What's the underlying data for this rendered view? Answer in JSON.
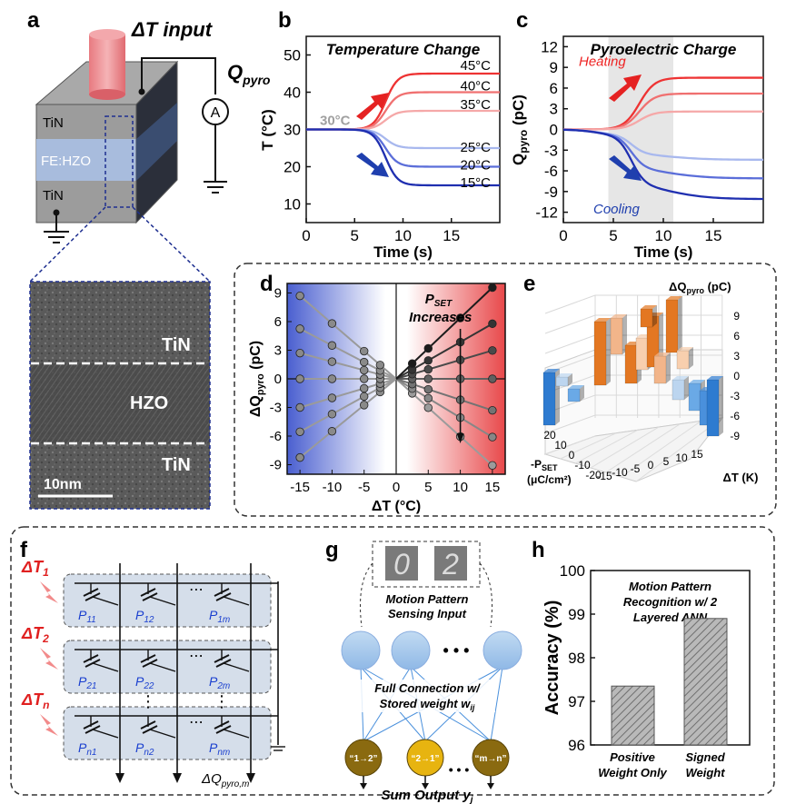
{
  "panel_labels": [
    "a",
    "b",
    "c",
    "d",
    "e",
    "f",
    "g",
    "h"
  ],
  "panel_a": {
    "title": "ΔT input",
    "q_label": "Q",
    "q_sub": "pyro",
    "ammeter": "A",
    "layers": [
      "TiN",
      "FE:HZO",
      "TiN"
    ],
    "tem_labels": [
      "TiN",
      "HZO",
      "TiN"
    ],
    "scale_bar": "10nm"
  },
  "chart_data": [
    {
      "type": "line",
      "panel": "b",
      "title": "Temperature Change",
      "xlabel": "Time (s)",
      "ylabel": "T (°C)",
      "xlim": [
        0,
        20
      ],
      "ylim": [
        5,
        55
      ],
      "xticks": [
        "0",
        "5",
        "10",
        "15"
      ],
      "yticks": [
        "10",
        "20",
        "30",
        "40",
        "50"
      ],
      "annotation": "30°C",
      "series": [
        {
          "name": "45°C",
          "color": "#ee3333",
          "final": 45
        },
        {
          "name": "40°C",
          "color": "#f07070",
          "final": 40
        },
        {
          "name": "35°C",
          "color": "#f5a8a8",
          "final": 35
        },
        {
          "name": "25°C",
          "color": "#a8b8ee",
          "final": 25
        },
        {
          "name": "20°C",
          "color": "#5b6ed9",
          "final": 20
        },
        {
          "name": "15°C",
          "color": "#1f2fb0",
          "final": 15
        }
      ]
    },
    {
      "type": "line",
      "panel": "c",
      "title": "Pyroelectric Charge",
      "xlabel": "Time (s)",
      "ylabel": "Q",
      "ylabel_sub": "pyro",
      "ylabel_unit": " (pC)",
      "xlim": [
        0,
        20
      ],
      "ylim": [
        -13.5,
        13.5
      ],
      "xticks": [
        "0",
        "5",
        "10",
        "15"
      ],
      "yticks": [
        "12",
        "9",
        "6",
        "3",
        "0",
        "-3",
        "-6",
        "-9",
        "-12"
      ],
      "shaded_range": [
        4.5,
        11
      ],
      "heating_label": "Heating",
      "cooling_label": "Cooling",
      "series": [
        {
          "color": "#ee3333",
          "final": 7.5
        },
        {
          "color": "#f07070",
          "final": 5.2
        },
        {
          "color": "#f5a8a8",
          "final": 2.6
        },
        {
          "color": "#a8b8ee",
          "final": -3.8
        },
        {
          "color": "#5b6ed9",
          "final": -6.5
        },
        {
          "color": "#1f2fb0",
          "final": -9.5
        }
      ]
    },
    {
      "type": "scatter",
      "panel": "d",
      "xlabel": "ΔT (°C)",
      "ylabel": "ΔQ",
      "ylabel_sub": "pyro",
      "ylabel_unit": " (pC)",
      "xlim": [
        -17,
        17
      ],
      "ylim": [
        -10,
        10
      ],
      "xticks": [
        -15,
        -10,
        -5,
        0,
        5,
        10,
        15
      ],
      "yticks": [
        9,
        6,
        3,
        0,
        -3,
        -6,
        -9
      ],
      "x": [
        -15,
        -10,
        -5,
        -2.5,
        5,
        10,
        15
      ],
      "annotation_main": "P",
      "annotation_sub": "SET",
      "annotation_tail": "Increases",
      "lines": [
        {
          "slope": -0.55,
          "color": "#9b9b9b"
        },
        {
          "slope": -0.37,
          "color": "#878787"
        },
        {
          "slope": -0.2,
          "color": "#737373"
        },
        {
          "slope": 0.0,
          "color": "#606060"
        },
        {
          "slope": 0.18,
          "color": "#4a4a4a"
        },
        {
          "slope": 0.35,
          "color": "#343434"
        },
        {
          "slope": 0.58,
          "color": "#1c1c1c"
        }
      ]
    },
    {
      "type": "bar",
      "panel": "e",
      "zlabel": "ΔQ",
      "zlabel_sub": "pyro",
      "zlabel_unit": " (pC)",
      "xlabel": "ΔT (K)",
      "ylabel_lines": [
        "-P",
        "(μC/cm²)"
      ],
      "ylabel_sub": "SET",
      "x_ticks": [
        "-15",
        "-10",
        "-5",
        "0",
        "5",
        "10",
        "15"
      ],
      "y_ticks": [
        "20",
        "10",
        "0",
        "-10",
        "-20"
      ],
      "z_ticks": [
        "9",
        "6",
        "3",
        "0",
        "-3",
        "-6",
        "-9"
      ]
    },
    {
      "type": "bar",
      "panel": "h",
      "title_lines": [
        "Motion Pattern",
        "Recognition w/ 2",
        "Layered ANN"
      ],
      "ylabel": "Accuracy (%)",
      "ylim": [
        96,
        100
      ],
      "yticks": [
        "96",
        "97",
        "98",
        "99",
        "100"
      ],
      "categories": [
        [
          "Positive",
          "Weight Only"
        ],
        [
          "Signed",
          "Weight"
        ]
      ],
      "values": [
        97.35,
        98.9
      ]
    }
  ],
  "panel_f": {
    "delta_labels": [
      "ΔT",
      "ΔT",
      "ΔT"
    ],
    "delta_subs": [
      "1",
      "2",
      "n"
    ],
    "cells": [
      [
        "P",
        "11"
      ],
      [
        "P",
        "12"
      ],
      [
        "P",
        "1m"
      ],
      [
        "P",
        "21"
      ],
      [
        "P",
        "22"
      ],
      [
        "P",
        "2m"
      ],
      [
        "P",
        "n1"
      ],
      [
        "P",
        "n2"
      ],
      [
        "P",
        "nm"
      ]
    ],
    "ellipsis_h": "⋯",
    "ellipsis_v": "⋮",
    "output": "ΔQ",
    "output_sub": "pyro,m"
  },
  "panel_g": {
    "input_caption": [
      "Motion Pattern",
      "Sensing Input"
    ],
    "connection_caption": [
      "Full Connection w/",
      "Stored weight w"
    ],
    "connection_sub": "ij",
    "ellipsis": "• • •",
    "outputs": [
      "“1→2”",
      "“2→1”",
      "“m→n”"
    ],
    "sum_label": "Sum Output y",
    "sum_sub": "j"
  }
}
